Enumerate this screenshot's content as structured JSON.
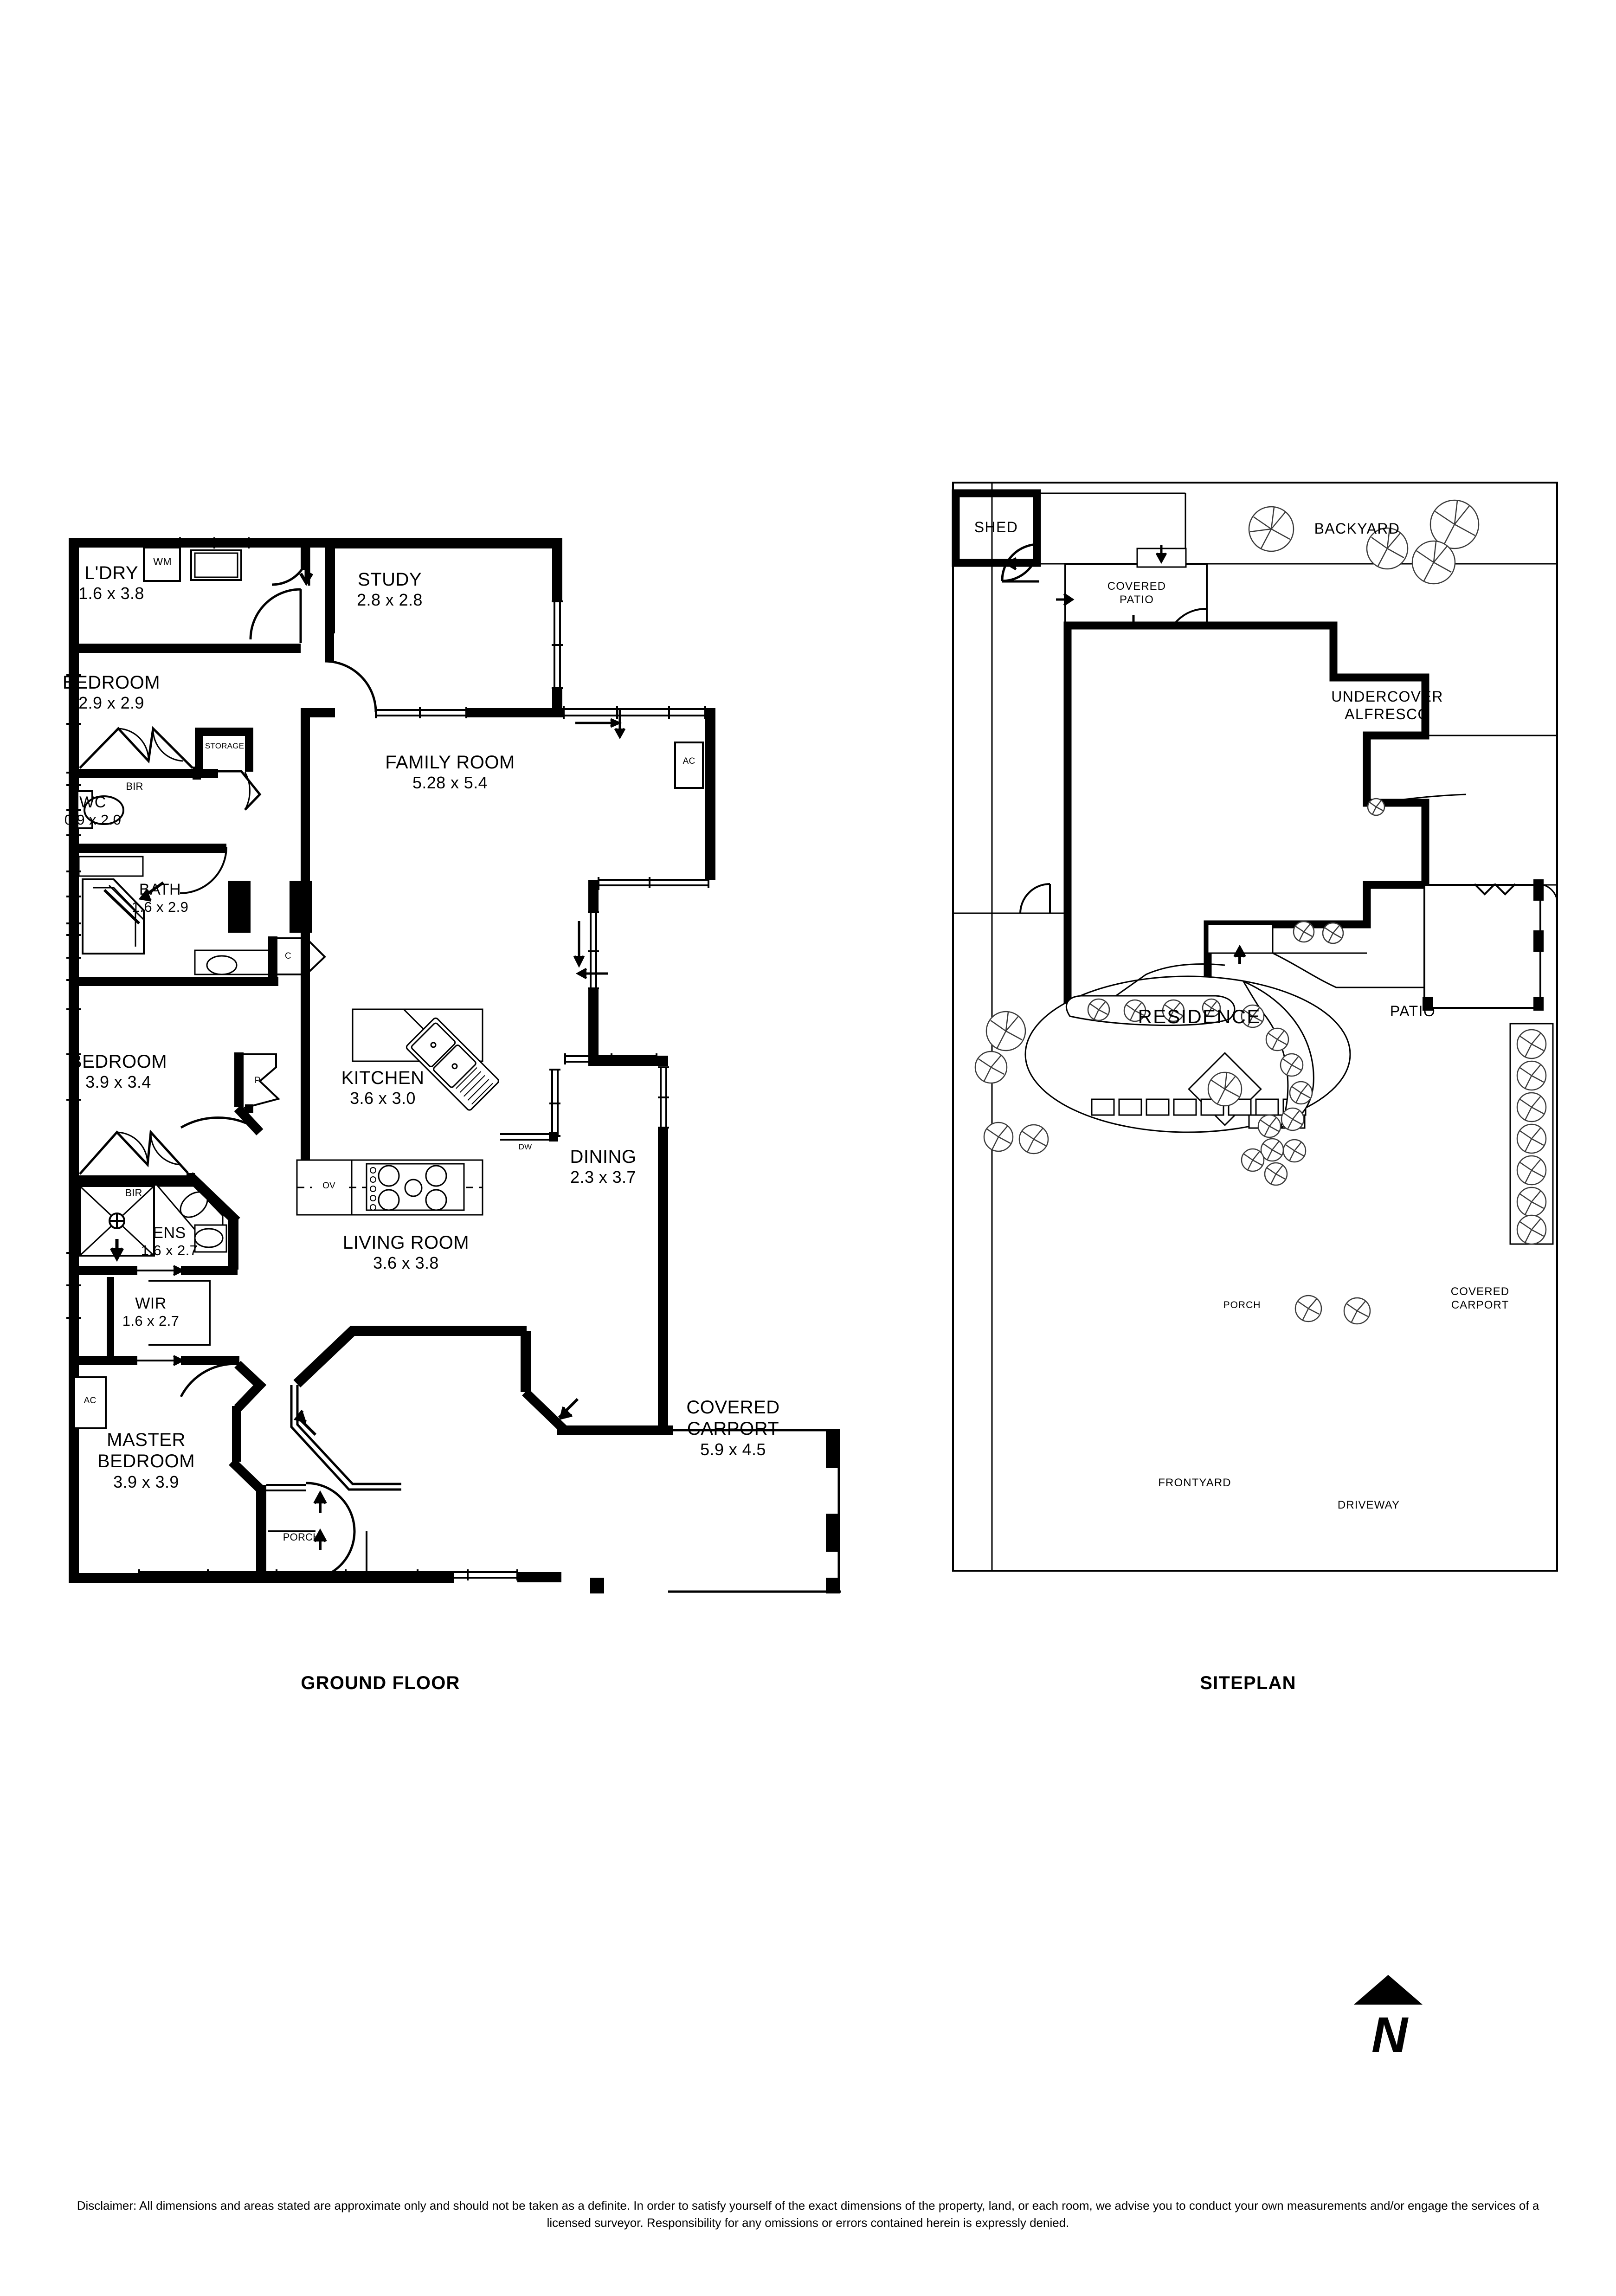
{
  "plans": {
    "ground_floor_title": "GROUND FLOOR",
    "siteplan_title": "SITEPLAN"
  },
  "ground_floor": {
    "rooms": [
      {
        "key": "ldry",
        "name": "L'DRY",
        "dim": "1.6 x 3.8"
      },
      {
        "key": "study",
        "name": "STUDY",
        "dim": "2.8 x 2.8"
      },
      {
        "key": "bedroom2",
        "name": "BEDROOM",
        "dim": "2.9 x 2.9"
      },
      {
        "key": "family",
        "name": "FAMILY ROOM",
        "dim": "5.28 x 5.4"
      },
      {
        "key": "wc",
        "name": "WC",
        "dim": "0.9 x 2.0"
      },
      {
        "key": "bath",
        "name": "BATH",
        "dim": "1.6 x 2.9"
      },
      {
        "key": "kitchen",
        "name": "KITCHEN",
        "dim": "3.6 x 3.0"
      },
      {
        "key": "bedroom3",
        "name": "BEDROOM",
        "dim": "3.9 x 3.4"
      },
      {
        "key": "dining",
        "name": "DINING",
        "dim": "2.3 x 3.7"
      },
      {
        "key": "living",
        "name": "LIVING ROOM",
        "dim": "3.6 x 3.8"
      },
      {
        "key": "ens",
        "name": "ENS",
        "dim": "1.6 x 2.7"
      },
      {
        "key": "wir",
        "name": "WIR",
        "dim": "1.6 x 2.7"
      },
      {
        "key": "master",
        "name": "MASTER BEDROOM",
        "dim": "3.9 x 3.9"
      },
      {
        "key": "carport",
        "name": "COVERED CARPORT",
        "dim": "5.9 x 4.5"
      }
    ],
    "annotations": {
      "wm": "WM",
      "bir_top": "BIR",
      "storage": "STORAGE",
      "cupboard": "C",
      "bir_bottom": "BIR",
      "pantry": "P",
      "dishwasher": "DW",
      "oven": "OV",
      "ac_family": "AC",
      "ac_master": "AC",
      "porch": "PORCH"
    },
    "master_name_line1": "MASTER",
    "master_name_line2": "BEDROOM",
    "carport_name_line1": "COVERED",
    "carport_name_line2": "CARPORT"
  },
  "siteplan": {
    "labels": {
      "shed": "SHED",
      "backyard": "BACKYARD",
      "covered_patio_line1": "COVERED",
      "covered_patio_line2": "PATIO",
      "undercover_line1": "UNDERCOVER",
      "undercover_line2": "ALFRESCO",
      "residence": "RESIDENCE",
      "patio": "PATIO",
      "porch": "PORCH",
      "covered_carport_line1": "COVERED",
      "covered_carport_line2": "CARPORT",
      "frontyard": "FRONTYARD",
      "driveway": "DRIVEWAY"
    }
  },
  "compass": {
    "north_letter": "N"
  },
  "footer": {
    "disclaimer": "Disclaimer: All dimensions and areas stated are approximate only and should not be taken as a definite. In order to satisfy yourself of the exact dimensions of the property, land, or each room, we advise you to conduct your own measurements and/or engage the services of a licensed surveyor. Responsibility for any omissions or errors contained herein is expressly denied."
  },
  "colors": {
    "wall": "#000000",
    "background": "#ffffff",
    "thin_line": "#1a1a1a"
  }
}
